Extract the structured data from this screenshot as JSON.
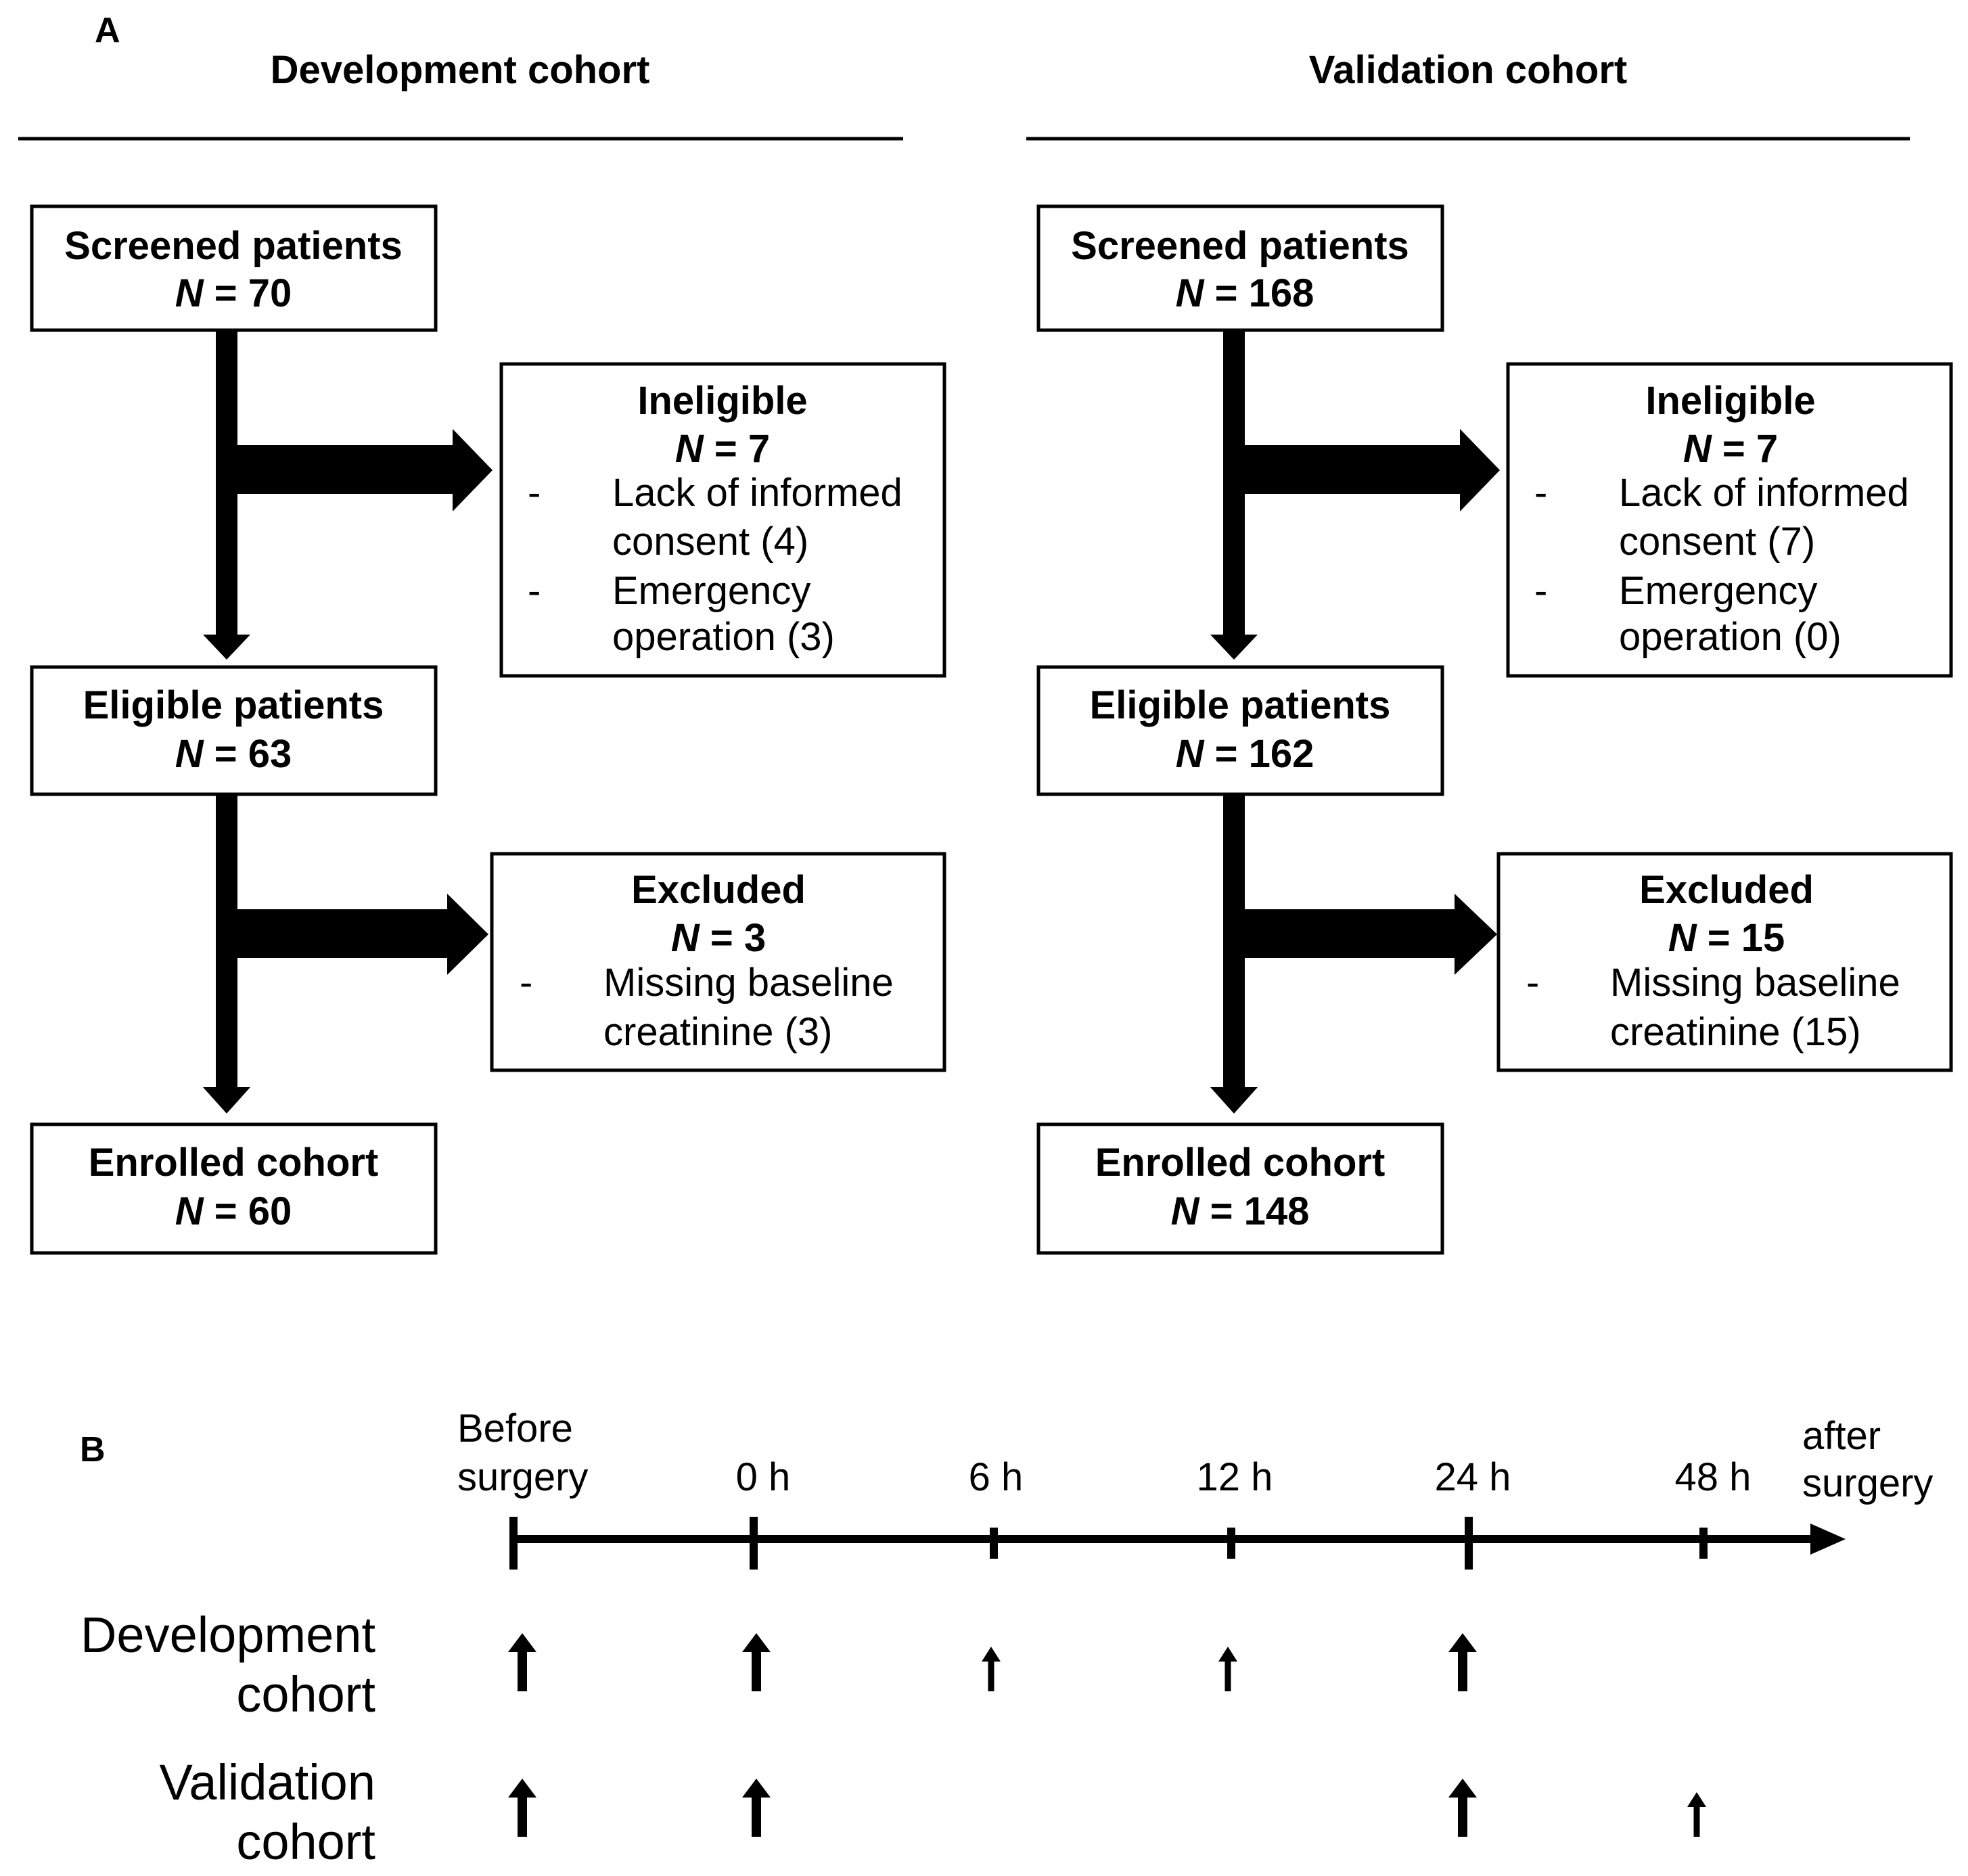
{
  "panel_a_label": "A",
  "panel_b_label": "B",
  "cohorts": [
    {
      "title": "Development cohort",
      "screened": {
        "title": "Screened patients",
        "n_symbol": "N",
        "n_rest": " = 70"
      },
      "ineligible": {
        "title": "Ineligible",
        "n_symbol": "N",
        "n_rest": " = 7",
        "items": [
          {
            "dash": "-",
            "lines": [
              "Lack of informed",
              "consent (4)"
            ]
          },
          {
            "dash": "-",
            "lines": [
              "Emergency",
              "operation (3)"
            ]
          }
        ]
      },
      "eligible": {
        "title": "Eligible patients",
        "n_symbol": "N",
        "n_rest": " = 63"
      },
      "excluded": {
        "title": "Excluded",
        "n_symbol": "N",
        "n_rest": " = 3",
        "items": [
          {
            "dash": "-",
            "lines": [
              "Missing baseline",
              "creatinine (3)"
            ]
          }
        ]
      },
      "enrolled": {
        "title": "Enrolled cohort",
        "n_symbol": "N",
        "n_rest": " = 60"
      }
    },
    {
      "title": "Validation cohort",
      "screened": {
        "title": "Screened patients",
        "n_symbol": "N",
        "n_rest": " = 168"
      },
      "ineligible": {
        "title": "Ineligible",
        "n_symbol": "N",
        "n_rest": " = 7",
        "items": [
          {
            "dash": "-",
            "lines": [
              "Lack of informed",
              "consent (7)"
            ]
          },
          {
            "dash": "-",
            "lines": [
              "Emergency",
              "operation (0)"
            ]
          }
        ]
      },
      "eligible": {
        "title": "Eligible patients",
        "n_symbol": "N",
        "n_rest": " = 162"
      },
      "excluded": {
        "title": "Excluded",
        "n_symbol": "N",
        "n_rest": " = 15",
        "items": [
          {
            "dash": "-",
            "lines": [
              "Missing baseline",
              "creatinine (15)"
            ]
          }
        ]
      },
      "enrolled": {
        "title": "Enrolled cohort",
        "n_symbol": "N",
        "n_rest": " = 148"
      }
    }
  ],
  "timeline": {
    "start_label": [
      "Before",
      "surgery"
    ],
    "tick_labels": [
      "0 h",
      "6 h",
      "12 h",
      "24 h",
      "48 h"
    ],
    "end_label": [
      "after",
      "surgery"
    ],
    "rows": [
      {
        "label": [
          "Development",
          "cohort"
        ],
        "samples": [
          "large",
          "large",
          "small",
          "small",
          "large",
          "none"
        ]
      },
      {
        "label": [
          "Validation",
          "cohort"
        ],
        "samples": [
          "large",
          "large",
          "none",
          "none",
          "large",
          "small"
        ]
      }
    ]
  }
}
